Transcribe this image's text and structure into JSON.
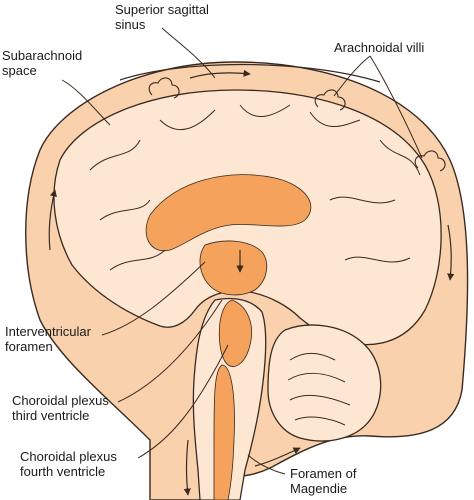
{
  "labels": {
    "superior_sagittal_sinus": [
      "Superior sagittal",
      "sinus"
    ],
    "subarachnoid_space": [
      "Subarachnoid",
      "space"
    ],
    "arachnoidal_villi": [
      "Arachnoidal villi"
    ],
    "interventricular_foramen": [
      "Interventricular",
      "foramen"
    ],
    "choroidal_plexus_third": [
      "Choroidal plexus",
      "third ventricle"
    ],
    "choroidal_plexus_fourth": [
      "Choroidal plexus",
      "fourth ventricle"
    ],
    "foramen_of_magendie": [
      "Foramen of",
      "Magendie"
    ]
  },
  "colors": {
    "csf_space": "#f9d2ad",
    "brain_tissue": "#fde7d2",
    "ventricles": "#f4a25c",
    "outline": "#3a2a20",
    "text": "#1a1a1a"
  }
}
